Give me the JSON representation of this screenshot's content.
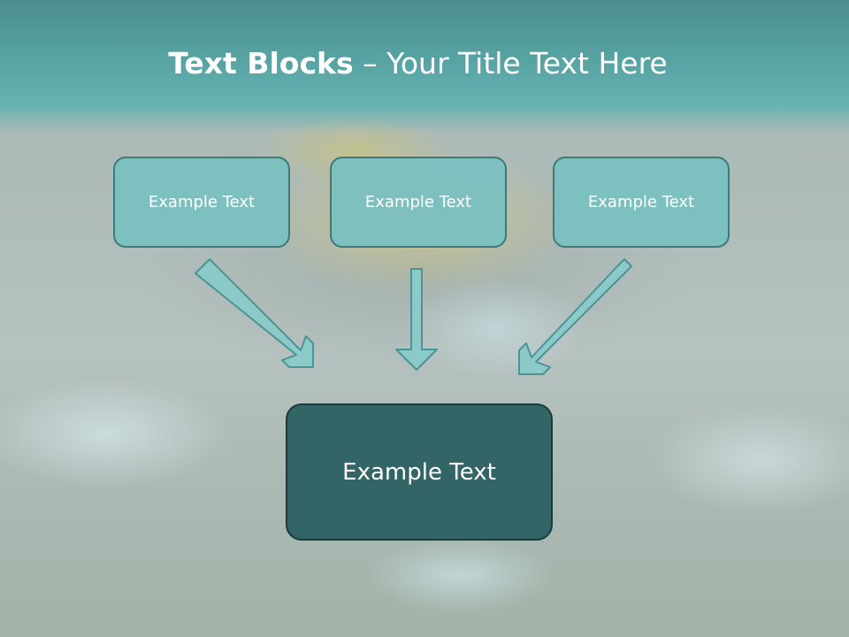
{
  "slide": {
    "title_bold": "Text Blocks",
    "title_dash": " – ",
    "title_rest": "Your Title Text Here"
  },
  "boxes": {
    "top_left": "Example Text",
    "top_center": "Example Text",
    "top_right": "Example Text",
    "bottom": "Example Text"
  },
  "colors": {
    "header": "#57a3a3",
    "small_box_fill": "#78c0c0",
    "small_box_border": "#3f7a7b",
    "big_box_fill": "#336466",
    "arrow_fill": "#8ccaca"
  }
}
